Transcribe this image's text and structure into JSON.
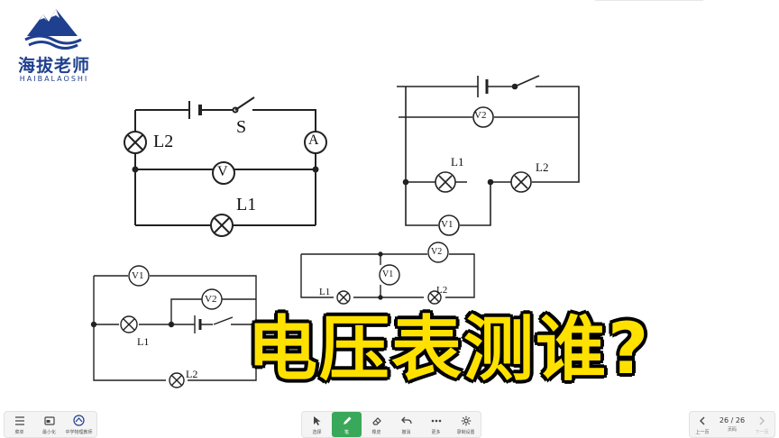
{
  "brand": {
    "name": "海拔老师",
    "subtitle": "HAIBALAOSHI",
    "color": "#1f3f8f"
  },
  "slide": {
    "question": "电压表测谁?",
    "question_color": "#ffe100",
    "circuit1": {
      "L2": "L2",
      "switch": "S",
      "ammeter": "A",
      "voltmeter": "V",
      "L1": "L1"
    },
    "circuit2": {
      "V2": "V2",
      "L1": "L1",
      "L2": "L2",
      "V1": "V1"
    },
    "circuit3": {
      "V1": "V1",
      "V2": "V2",
      "L1": "L1",
      "L2": "L2"
    },
    "circuit4": {
      "V2": "V2",
      "V1": "V1",
      "L1": "L1",
      "L2": "L2"
    }
  },
  "toolbar": {
    "left": [
      {
        "icon": "menu-icon",
        "label": "菜单"
      },
      {
        "icon": "minimize-icon",
        "label": "最小化"
      },
      {
        "icon": "school-logo-icon",
        "label": "中学物理教师"
      }
    ],
    "middle": [
      {
        "icon": "cursor-icon",
        "label": "选择"
      },
      {
        "icon": "pen-icon",
        "label": "笔",
        "active": true
      },
      {
        "icon": "eraser-icon",
        "label": "橡皮"
      },
      {
        "icon": "undo-icon",
        "label": "撤消"
      },
      {
        "icon": "more-icon",
        "label": "更多"
      },
      {
        "icon": "settings-icon",
        "label": "录制设置"
      }
    ],
    "right": {
      "prev_label": "上一页",
      "page_indicator": "26 / 26",
      "page_label": "页码",
      "next_label": "下一页"
    },
    "active_color": "#3aa85a"
  }
}
